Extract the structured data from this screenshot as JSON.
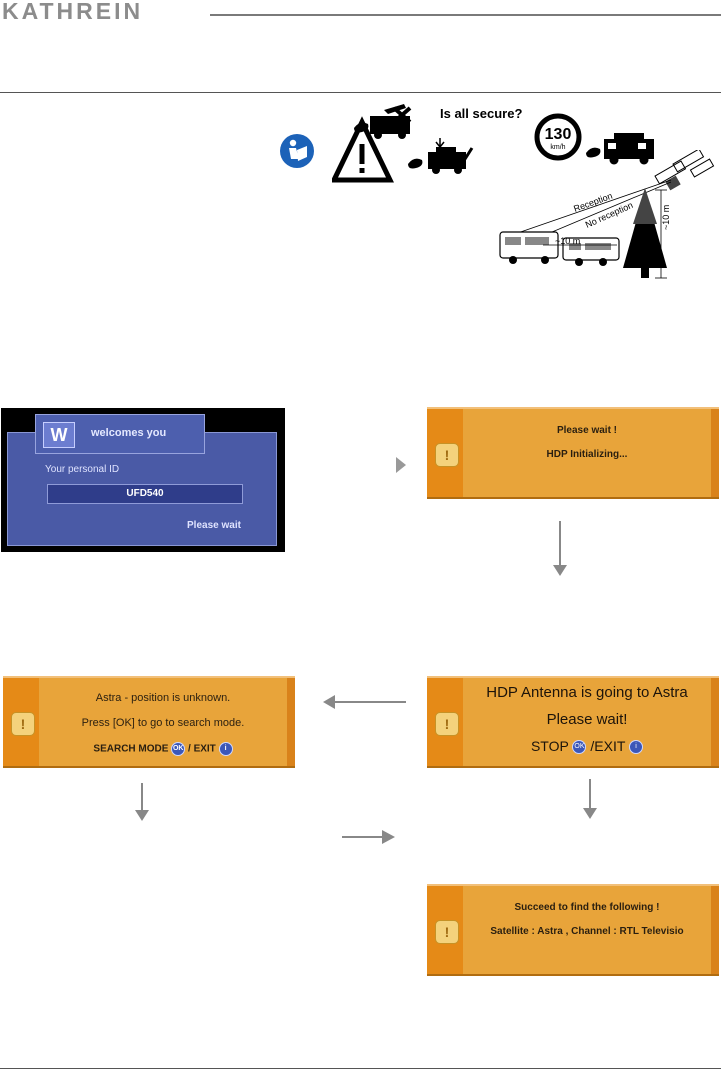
{
  "header": {
    "brand": "KATHREIN"
  },
  "safety": {
    "secure_question": "Is all secure?",
    "speed": "130",
    "speed_unit": "km/h",
    "reception": "Reception",
    "no_reception": "No reception",
    "distance": "~10 m",
    "height": "~10 m"
  },
  "welcome": {
    "badge": "W",
    "title": "welcomes you",
    "id_label": "Your personal ID",
    "id_value": "UFD540",
    "wait": "Please wait"
  },
  "init": {
    "line1": "Please wait !",
    "line2": "HDP Initializing..."
  },
  "going": {
    "line1": "HDP Antenna is going to Astra",
    "line2": "Please wait!",
    "stop": "STOP",
    "exit": "/EXIT"
  },
  "unknown": {
    "line1": "Astra - position is unknown.",
    "line2": "Press [OK] to go to search mode.",
    "search": "SEARCH MODE",
    "sep": "/",
    "exit": "EXIT"
  },
  "succeed": {
    "line1": "Succeed to find the following !",
    "line2": "Satellite : Astra , Channel : RTL Televisio"
  },
  "colors": {
    "screen_orange": "#e8a43a",
    "screen_blue": "#4a5aa6",
    "arrow_gray": "#888888"
  }
}
